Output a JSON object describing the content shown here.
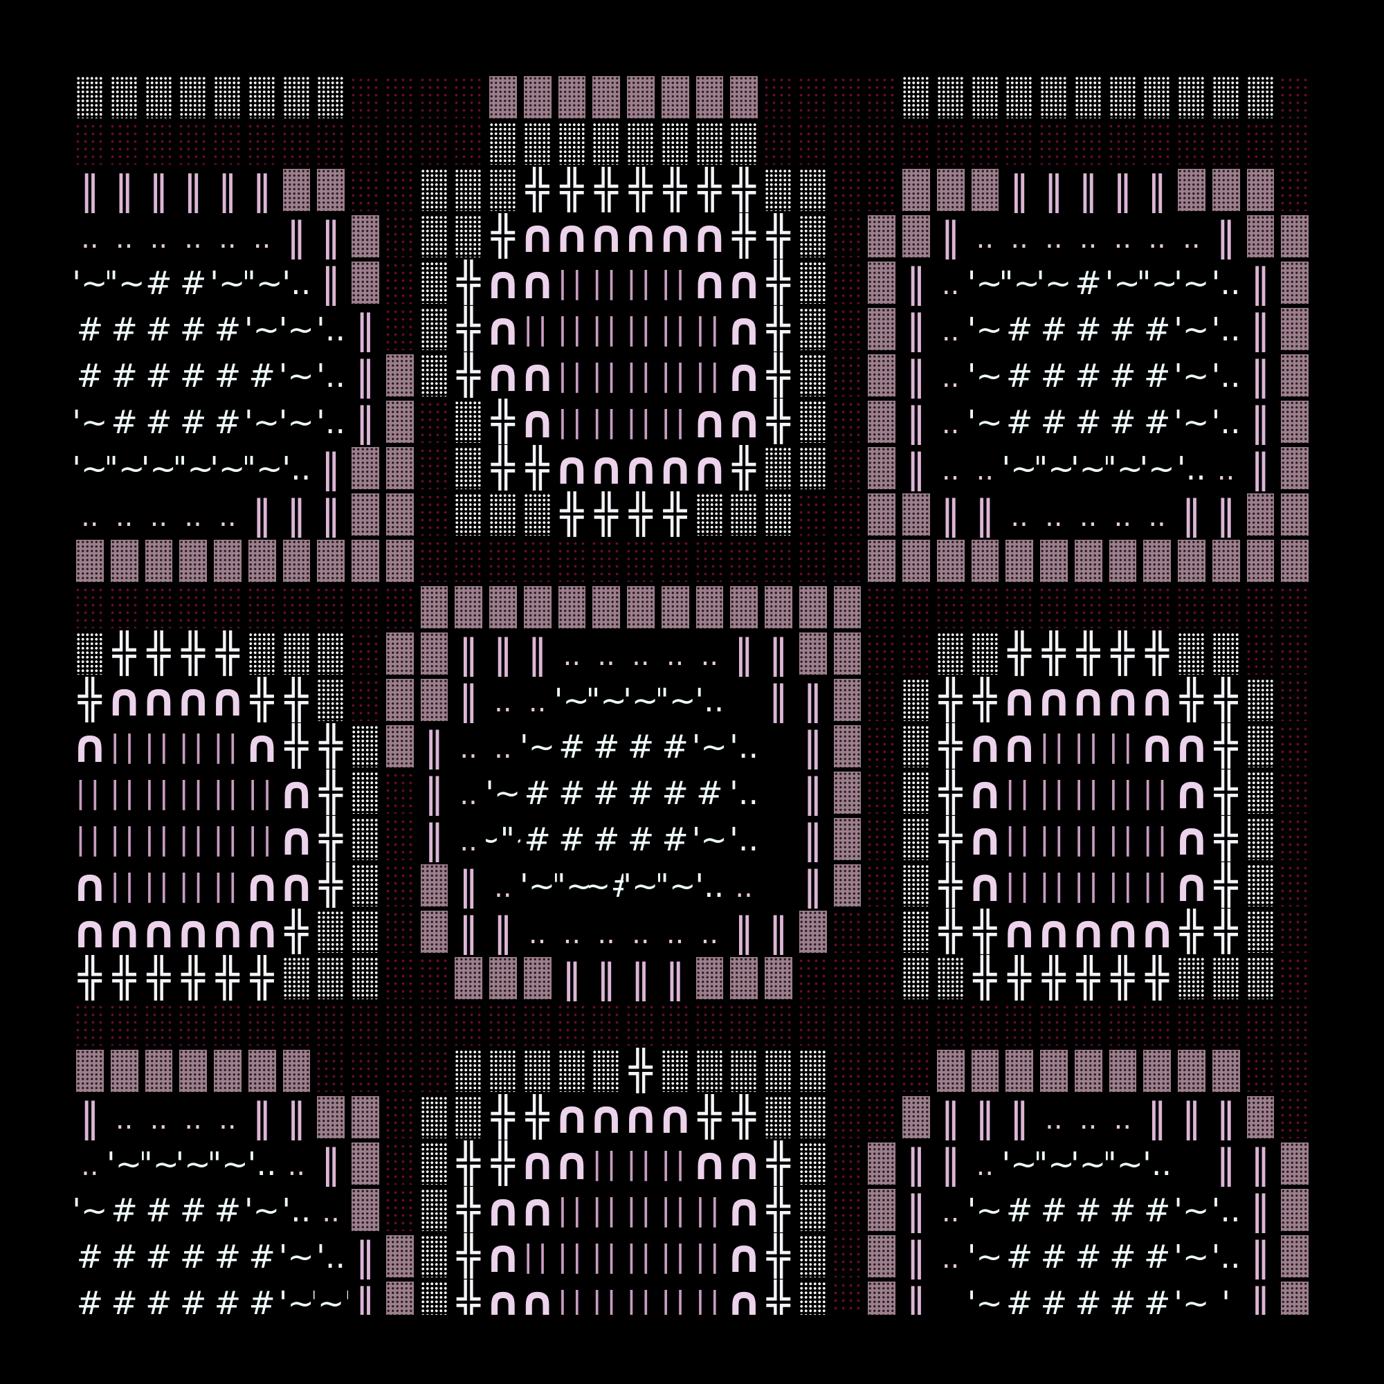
{
  "legend": {
    "▒": "light-stone-wall",
    "▓": "pink-brick-wall",
    "░": "dark-red-floor",
    "‖": "double-pillar",
    "╬": "cross-junction",
    "∩": "arch",
    "||": "thin-bars",
    "..": "floor-dots"
  },
  "colors": {
    "background": "#000000",
    "brick": "#9c7f8c",
    "stone": "#ffffff",
    "floor_dots": "#6c0a32",
    "pillar": "#dcb6d6",
    "text": "#eefafa"
  },
  "map": {
    "rows": [
      [
        "▒",
        "▒",
        "▒",
        "▒",
        "▒",
        "▒",
        "▒",
        "▒",
        "░",
        "░",
        "░",
        "░",
        "▓",
        "▓",
        "▓",
        "▓",
        "▓",
        "▓",
        "▓",
        "▓",
        "░",
        "░",
        "░",
        "░",
        "▒",
        "▒",
        "▒",
        "▒",
        "▒",
        "▒",
        "▒",
        "▒",
        "▒",
        "▒",
        "▒",
        "░"
      ],
      [
        "░",
        "░",
        "░",
        "░",
        "░",
        "░",
        "░",
        "░",
        "░",
        "░",
        "░",
        "░",
        "▒",
        "▒",
        "▒",
        "▒",
        "▒",
        "▒",
        "▒",
        "▒",
        "░",
        "░",
        "░",
        "░",
        "░",
        "░",
        "░",
        "░",
        "░",
        "░",
        "░",
        "░",
        "░",
        "░",
        "░",
        "░"
      ],
      [
        "‖",
        "‖",
        "‖",
        "‖",
        "‖",
        "‖",
        "▓",
        "▓",
        "░",
        "░",
        "▒",
        "▒",
        "▒",
        "╬",
        "╬",
        "╬",
        "╬",
        "╬",
        "╬",
        "╬",
        "▒",
        "▒",
        "░",
        "░",
        "▓",
        "▓",
        "▓",
        "‖",
        "‖",
        "‖",
        "‖",
        "‖",
        "▓",
        "▓",
        "▓",
        "░"
      ],
      [
        "..",
        "..",
        "..",
        "..",
        "..",
        "..",
        "‖",
        "‖",
        "▓",
        "░",
        "▒",
        "▒",
        "╬",
        "∩",
        "∩",
        "∩",
        "∩",
        "∩",
        "∩",
        "╬",
        "╬",
        "▒",
        "░",
        "▓",
        "▓",
        "‖",
        "..",
        "..",
        "..",
        "..",
        "..",
        "..",
        "..",
        "‖",
        "▓",
        "▓"
      ],
      [
        "'~",
        "\"~",
        "#",
        "#",
        "'~",
        "\"~",
        "'..",
        "‖",
        "▓",
        "░",
        "▒",
        "╬",
        "∩",
        "∩",
        "||",
        "||",
        "||",
        "||",
        "∩",
        "∩",
        "╬",
        "▒",
        "░",
        "▓",
        "‖",
        "..",
        "'~",
        "\"~",
        "'~",
        "#",
        "'~",
        "\"~",
        "'~",
        "'..",
        "‖",
        "▓"
      ],
      [
        "#",
        "#",
        "#",
        "#",
        "#",
        "'~",
        "'~",
        "'..",
        "‖",
        "░",
        "▒",
        "╬",
        "∩",
        "||",
        "||",
        "||",
        "||",
        "||",
        "||",
        "∩",
        "╬",
        "▒",
        "░",
        "▓",
        "‖",
        "..",
        "'~",
        "#",
        "#",
        "#",
        "#",
        "#",
        "'~",
        "'..",
        "‖",
        "▓"
      ],
      [
        "#",
        "#",
        "#",
        "#",
        "#",
        "#",
        "'~",
        "'..",
        "‖",
        "▓",
        "▒",
        "╬",
        "∩",
        "∩",
        "||",
        "||",
        "||",
        "||",
        "||",
        "∩",
        "╬",
        "▒",
        "░",
        "▓",
        "‖",
        "..",
        "'~",
        "#",
        "#",
        "#",
        "#",
        "#",
        "'~",
        "'..",
        "‖",
        "▓"
      ],
      [
        "'~",
        "#",
        "#",
        "#",
        "#",
        "'~",
        "'~",
        "'..",
        "‖",
        "▓",
        "░",
        "▒",
        "╬",
        "∩",
        "||",
        "||",
        "||",
        "||",
        "∩",
        "∩",
        "╬",
        "▒",
        "░",
        "▓",
        "‖",
        "..",
        "'~",
        "#",
        "#",
        "#",
        "#",
        "#",
        "'~",
        "'..",
        "‖",
        "▓"
      ],
      [
        "'~",
        "\"~",
        "'~",
        "\"~",
        "'~",
        "\"~",
        "'..",
        "‖",
        "▓",
        "▓",
        "░",
        "▒",
        "╬",
        "╬",
        "∩",
        "∩",
        "∩",
        "∩",
        "∩",
        "╬",
        "▒",
        "▒",
        "░",
        "▓",
        "‖",
        "..",
        "..",
        "'~",
        "\"~",
        "'~",
        "\"~",
        "'~",
        "'..",
        "..",
        "‖",
        "▓"
      ],
      [
        "..",
        "..",
        "..",
        "..",
        "..",
        "‖",
        "‖",
        "‖",
        "▓",
        "▓",
        "░",
        "▒",
        "▒",
        "▒",
        "╬",
        "╬",
        "╬",
        "╬",
        "▒",
        "▒",
        "▒",
        "░",
        "░",
        "▓",
        "▓",
        "‖",
        "‖",
        "..",
        "..",
        "..",
        "..",
        "..",
        "‖",
        "‖",
        "▓",
        "▓"
      ],
      [
        "▓",
        "▓",
        "▓",
        "▓",
        "▓",
        "▓",
        "▓",
        "▓",
        "▓",
        "▓",
        "░",
        "░",
        "░",
        "░",
        "░",
        "░",
        "░",
        "░",
        "░",
        "░",
        "░",
        "░",
        "░",
        "▓",
        "▓",
        "▓",
        "▓",
        "▓",
        "▓",
        "▓",
        "▓",
        "▓",
        "▓",
        "▓",
        "▓",
        "▓"
      ],
      [
        "░",
        "░",
        "░",
        "░",
        "░",
        "░",
        "░",
        "░",
        "░",
        "░",
        "▓",
        "▓",
        "▓",
        "▓",
        "▓",
        "▓",
        "▓",
        "▓",
        "▓",
        "▓",
        "▓",
        "▓",
        "▓",
        "░",
        "░",
        "░",
        "░",
        "░",
        "░",
        "░",
        "░",
        "░",
        "░",
        "░",
        "░",
        "░"
      ],
      [
        "▒",
        "╬",
        "╬",
        "╬",
        "╬",
        "▒",
        "▒",
        "▒",
        "░",
        "▓",
        "▓",
        "‖",
        "‖",
        "‖",
        "..",
        "..",
        "..",
        "..",
        "..",
        "‖",
        "‖",
        "▓",
        "▓",
        "░",
        "░",
        "▒",
        "▒",
        "╬",
        "╬",
        "╬",
        "╬",
        "╬",
        "▒",
        "▒",
        "░",
        "░"
      ],
      [
        "╬",
        "∩",
        "∩",
        "∩",
        "∩",
        "╬",
        "╬",
        "▒",
        "░",
        "▓",
        "▓",
        "‖",
        "..",
        "..",
        "'~",
        "\"~",
        "'~",
        "\"~",
        "'..",
        "",
        "‖",
        "‖",
        "▓",
        "░",
        "▒",
        "╬",
        "╬",
        "∩",
        "∩",
        "∩",
        "∩",
        "∩",
        "╬",
        "╬",
        "▒",
        "░"
      ],
      [
        "∩",
        "||",
        "||",
        "||",
        "||",
        "∩",
        "╬",
        "╬",
        "▒",
        "▓",
        "‖",
        "..",
        "..",
        "'~",
        "#",
        "#",
        "#",
        "#",
        "'~",
        "'..",
        "",
        "‖",
        "▓",
        "░",
        "▒",
        "╬",
        "∩",
        "∩",
        "||",
        "||",
        "||",
        "∩",
        "∩",
        "╬",
        "▒",
        "░"
      ],
      [
        "||",
        "||",
        "||",
        "||",
        "||",
        "||",
        "∩",
        "╬",
        "▒",
        "░",
        "‖",
        "..",
        "'~",
        "#",
        "#",
        "#",
        "#",
        "#",
        "#",
        "'..",
        "",
        "‖",
        "▓",
        "░",
        "▒",
        "╬",
        "∩",
        "||",
        "||",
        "||",
        "||",
        "||",
        "∩",
        "╬",
        "▒",
        "░"
      ],
      [
        "||",
        "||",
        "||",
        "||",
        "||",
        "||",
        "∩",
        "╬",
        "▒",
        "░",
        "‖",
        "..",
        "'~\"~",
        "#",
        "#",
        "#",
        "#",
        "#",
        "'~",
        "'..",
        "",
        "‖",
        "▓",
        "░",
        "▒",
        "╬",
        "∩",
        "||",
        "||",
        "||",
        "||",
        "||",
        "∩",
        "╬",
        "▒",
        "░"
      ],
      [
        "∩",
        "||",
        "||",
        "||",
        "||",
        "∩",
        "∩",
        "╬",
        "▒",
        "░",
        "▓",
        "‖",
        "..",
        "'~",
        "\"~",
        "'~#",
        "'~",
        "\"~",
        "'..",
        "..",
        "",
        "‖",
        "▓",
        "░",
        "▒",
        "╬",
        "∩",
        "||",
        "||",
        "||",
        "||",
        "||",
        "∩",
        "╬",
        "▒",
        "░"
      ],
      [
        "∩",
        "∩",
        "∩",
        "∩",
        "∩",
        "∩",
        "╬",
        "▒",
        "▒",
        "░",
        "▓",
        "‖",
        "‖",
        "..",
        "..",
        "..",
        "..",
        "..",
        "..",
        "‖",
        "‖",
        "▓",
        "░",
        "░",
        "▒",
        "╬",
        "╬",
        "∩",
        "∩",
        "∩",
        "∩",
        "∩",
        "╬",
        "╬",
        "▒",
        "░"
      ],
      [
        "╬",
        "╬",
        "╬",
        "╬",
        "╬",
        "╬",
        "▒",
        "▒",
        "▒",
        "░",
        "░",
        "▓",
        "▓",
        "▓",
        "‖",
        "‖",
        "‖",
        "‖",
        "▓",
        "▓",
        "▓",
        "░",
        "░",
        "░",
        "▒",
        "▒",
        "╬",
        "╬",
        "╬",
        "╬",
        "╬",
        "╬",
        "▒",
        "▒",
        "▒",
        "░"
      ],
      [
        "░",
        "░",
        "░",
        "░",
        "░",
        "░",
        "░",
        "░",
        "░",
        "░",
        "░",
        "░",
        "░",
        "░",
        "░",
        "░",
        "░",
        "░",
        "░",
        "░",
        "░",
        "░",
        "░",
        "░",
        "░",
        "░",
        "░",
        "░",
        "░",
        "░",
        "░",
        "░",
        "░",
        "░",
        "░",
        "░"
      ],
      [
        "▓",
        "▓",
        "▓",
        "▓",
        "▓",
        "▓",
        "▓",
        "░",
        "░",
        "░",
        "░",
        "▒",
        "▒",
        "▒",
        "▒",
        "▒",
        "╬",
        "▒",
        "▒",
        "▒",
        "▒",
        "▒",
        "░",
        "░",
        "░",
        "▓",
        "▓",
        "▓",
        "▓",
        "▓",
        "▓",
        "▓",
        "▓",
        "▓",
        "░",
        "░"
      ],
      [
        "‖",
        "..",
        "..",
        "..",
        "..",
        "‖",
        "‖",
        "▓",
        "▓",
        "░",
        "▒",
        "▒",
        "╬",
        "╬",
        "∩",
        "∩",
        "∩",
        "∩",
        "╬",
        "╬",
        "▒",
        "▒",
        "░",
        "░",
        "▓",
        "‖",
        "‖",
        "‖",
        "..",
        "..",
        "..",
        "‖",
        "‖",
        "‖",
        "▓",
        "░"
      ],
      [
        "..",
        "'~",
        "\"~",
        "'~",
        "\"~",
        "'..",
        "..",
        "‖",
        "▓",
        "░",
        "▒",
        "╬",
        "╬",
        "∩",
        "∩",
        "||",
        "||",
        "||",
        "∩",
        "∩",
        "╬",
        "▒",
        "░",
        "▓",
        "‖",
        "‖",
        "..",
        "'~",
        "\"~",
        "'~",
        "\"~",
        "'..",
        "",
        "‖",
        "‖",
        "▓"
      ],
      [
        "'~",
        "#",
        "#",
        "#",
        "#",
        "'~",
        "'..",
        "..",
        "▓",
        "░",
        "▒",
        "╬",
        "∩",
        "∩",
        "||",
        "||",
        "||",
        "||",
        "||",
        "∩",
        "╬",
        "▒",
        "░",
        "▓",
        "‖",
        "..",
        "'~",
        "#",
        "#",
        "#",
        "#",
        "#",
        "'~",
        "'..",
        "‖",
        "▓"
      ],
      [
        "#",
        "#",
        "#",
        "#",
        "#",
        "#",
        "'~",
        "'..",
        "‖",
        "▓",
        "▒",
        "╬",
        "∩",
        "||",
        "||",
        "||",
        "||",
        "||",
        "||",
        "∩",
        "╬",
        "▒",
        "░",
        "▓",
        "‖",
        "..",
        "'~",
        "#",
        "#",
        "#",
        "#",
        "#",
        "'~",
        "'..",
        "‖",
        "▓"
      ],
      [
        "#",
        "#",
        "#",
        "#",
        "#",
        "#",
        "'~",
        "'~'",
        "‖",
        "▓",
        "▒",
        "╬",
        "∩",
        "∩",
        "||",
        "||",
        "||",
        "||",
        "||",
        "∩",
        "╬",
        "▒",
        "░",
        "▓",
        "‖",
        "",
        "'~",
        "#",
        "#",
        "#",
        "#",
        "#",
        "'~",
        "'",
        "‖",
        "▓"
      ]
    ]
  }
}
